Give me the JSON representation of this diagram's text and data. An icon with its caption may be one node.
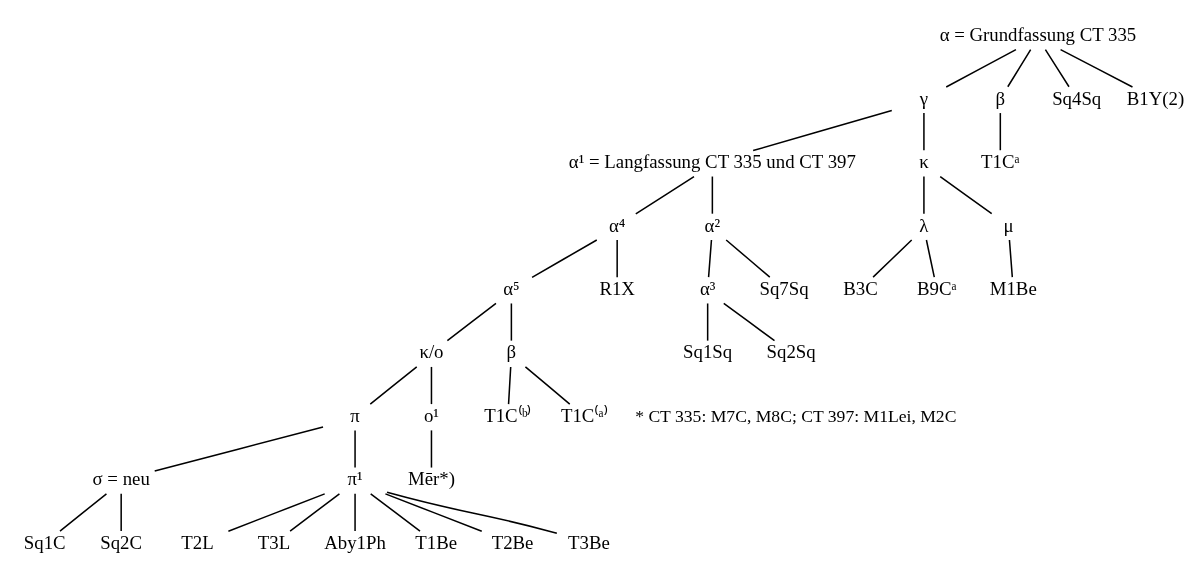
{
  "diagram": {
    "nodes": [
      {
        "text": [
          "α = Grundfassung CT 335"
        ]
      },
      {
        "text": [
          "γ"
        ]
      },
      {
        "text": [
          "α¹ = Langfassung CT 335 und CT 397"
        ]
      },
      {
        "text": [
          "β"
        ]
      },
      {
        "text": [
          "κ"
        ]
      },
      {
        "text": [
          "α⁴"
        ]
      },
      {
        "text": [
          "α²"
        ]
      },
      {
        "text": [
          "λ"
        ]
      },
      {
        "text": [
          "μ"
        ]
      },
      {
        "text": [
          "α⁵"
        ]
      },
      {
        "text": [
          "α³"
        ]
      },
      {
        "text": [
          "κ/ο"
        ]
      },
      {
        "text": [
          "β"
        ]
      },
      {
        "text": [
          "π"
        ]
      },
      {
        "text": [
          "ο¹"
        ]
      },
      {
        "text": [
          "σ = neu"
        ]
      },
      {
        "text": [
          "π¹"
        ]
      },
      {
        "text": [
          "T1Cᵃ"
        ]
      },
      {
        "text": [
          "Sq4Sq"
        ]
      },
      {
        "text": [
          "B3C"
        ]
      },
      {
        "text": [
          "Sq7Sq"
        ]
      },
      {
        "text": [
          "T1C⁽ᵇ⁾"
        ]
      },
      {
        "text": [
          "T1C⁽ᵃ⁾"
        ]
      },
      {
        "text": [
          "B1Y(2)"
        ]
      },
      {
        "text": [
          "B9Cᵃ"
        ]
      },
      {
        "text": [
          "M1Be"
        ]
      },
      {
        "text": [
          "Sq1Sq"
        ]
      },
      {
        "text": [
          "Sq2Sq"
        ]
      },
      {
        "text": [
          "R1X"
        ]
      },
      {
        "text": [
          "Mēr*)"
        ]
      },
      {
        "text": [
          "Sq1C"
        ]
      },
      {
        "text": [
          "Sq2C"
        ]
      },
      {
        "text": [
          "T2L"
        ]
      },
      {
        "text": [
          "T3L"
        ]
      },
      {
        "text": [
          "Aby1Ph"
        ]
      },
      {
        "text": [
          "T1Be"
        ]
      },
      {
        "text": [
          "T2Be"
        ]
      },
      {
        "text": [
          "T3Be"
        ]
      }
    ],
    "edges": [
      {
        "from": 0,
        "to": 3,
        "arrow": "none"
      },
      {
        "from": 0,
        "to": 18,
        "arrow": "none"
      },
      {
        "from": 0,
        "to": 23,
        "arrow": "none"
      },
      {
        "from": 0,
        "to": 1,
        "arrow": "none"
      },
      {
        "from": 3,
        "to": 17,
        "arrow": "none"
      },
      {
        "from": 1,
        "to": 4,
        "arrow": "none"
      },
      {
        "from": 1,
        "to": 2,
        "arrow": "none"
      },
      {
        "from": 4,
        "to": 7,
        "arrow": "none"
      },
      {
        "from": 4,
        "to": 8,
        "arrow": "none"
      },
      {
        "from": 7,
        "to": 24,
        "arrow": "none"
      },
      {
        "from": 7,
        "to": 19,
        "arrow": "none"
      },
      {
        "from": 8,
        "to": 25,
        "arrow": "none"
      },
      {
        "from": 2,
        "to": 6,
        "arrow": "none"
      },
      {
        "from": 2,
        "to": 5,
        "arrow": "none"
      },
      {
        "from": 6,
        "to": 10,
        "arrow": "none"
      },
      {
        "from": 6,
        "to": 20,
        "arrow": "none"
      },
      {
        "from": 10,
        "to": 26,
        "arrow": "none"
      },
      {
        "from": 10,
        "to": 27,
        "arrow": "none"
      },
      {
        "from": 5,
        "to": 28,
        "arrow": "none"
      },
      {
        "from": 5,
        "to": 9,
        "arrow": "none"
      },
      {
        "from": 9,
        "to": 12,
        "arrow": "none"
      },
      {
        "from": 9,
        "to": 11,
        "arrow": "none"
      },
      {
        "from": 12,
        "to": 21,
        "arrow": "none"
      },
      {
        "from": 12,
        "to": 22,
        "arrow": "none"
      },
      {
        "from": 11,
        "to": 14,
        "arrow": "none"
      },
      {
        "from": 11,
        "to": 13,
        "arrow": "none"
      },
      {
        "from": 14,
        "to": 29,
        "arrow": "none"
      },
      {
        "from": 13,
        "to": 15,
        "arrow": "none"
      },
      {
        "from": 13,
        "to": 16,
        "arrow": "none"
      },
      {
        "from": 15,
        "to": 30,
        "arrow": "none"
      },
      {
        "from": 15,
        "to": 31,
        "arrow": "none"
      },
      {
        "from": 16,
        "to": 32,
        "arrow": "none"
      },
      {
        "from": 16,
        "to": 33,
        "arrow": "none"
      },
      {
        "from": 16,
        "to": 34,
        "arrow": "none"
      },
      {
        "from": 16,
        "to": 35,
        "arrow": "none"
      },
      {
        "from": 16,
        "to": 36,
        "arrow": "none"
      },
      {
        "from": 16,
        "to": 37,
        "arrow": "none"
      }
    ],
    "labels": [
      "* CT 335: M7C, M8C; CT 397: M1Lei, M2C"
    ]
  }
}
